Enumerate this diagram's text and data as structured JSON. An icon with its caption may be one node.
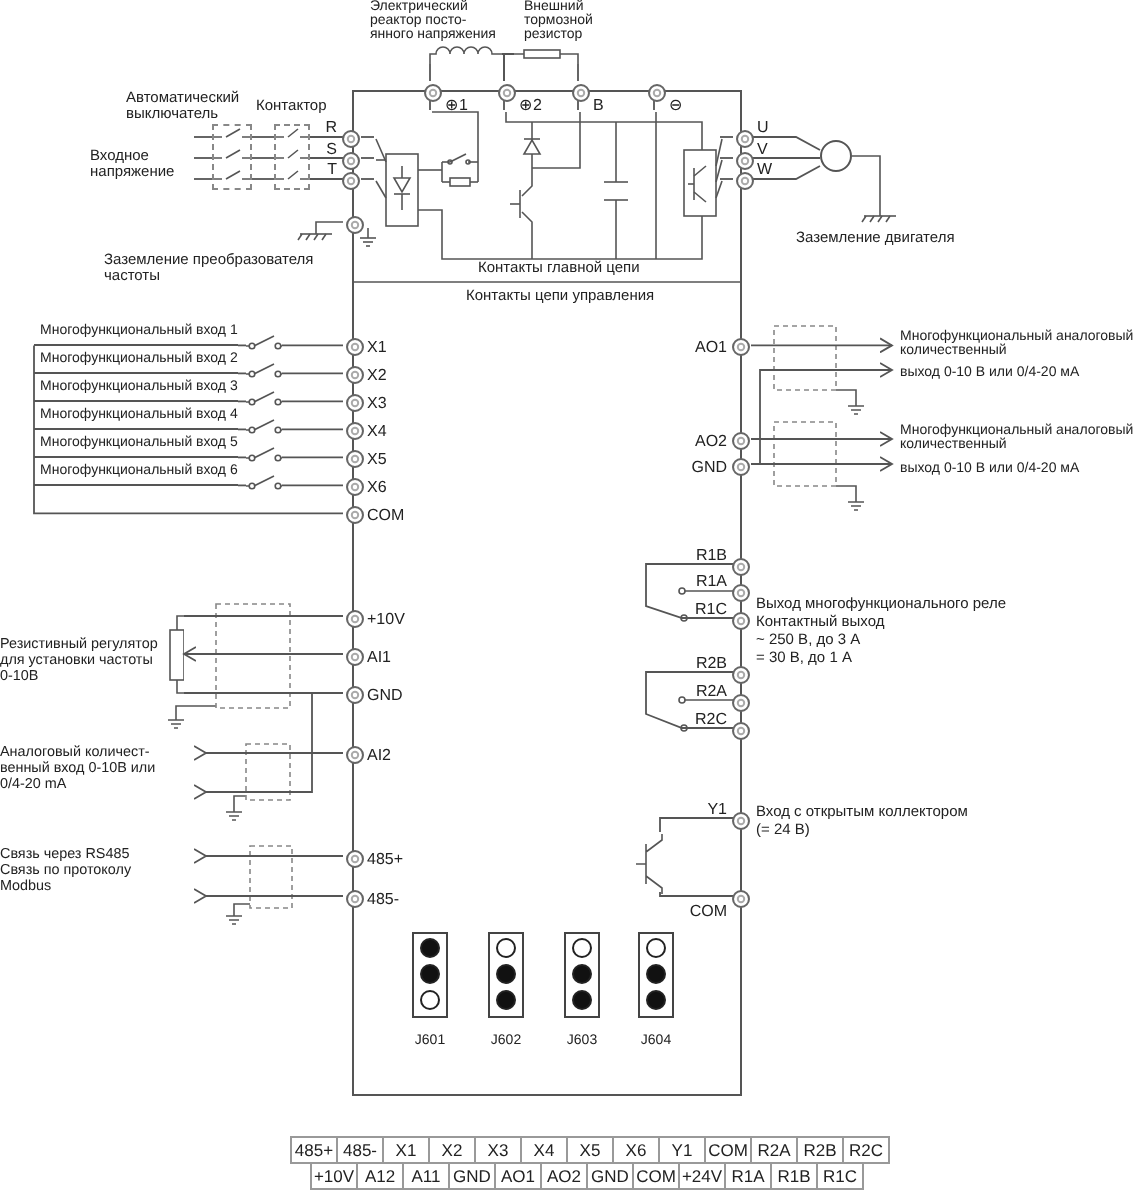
{
  "diagram": {
    "nodes": [
      {
        "text": [
          "Контакты главной цепи",
          "Контакты цепи управления"
        ]
      },
      {
        "text": [
          "R"
        ],
        "in": 0
      },
      {
        "text": [
          "S"
        ],
        "in": 0
      },
      {
        "text": [
          "T"
        ],
        "in": 0
      },
      {
        "text": [],
        "shape": "circle",
        "in": 0
      },
      {
        "text": [
          "⊕1"
        ],
        "in": 0
      },
      {
        "text": [
          "⊕2"
        ],
        "in": 0
      },
      {
        "text": [
          "B"
        ],
        "in": 0
      },
      {
        "text": [
          "⊖"
        ],
        "in": 0
      },
      {
        "text": [
          "U"
        ],
        "in": 0
      },
      {
        "text": [
          "V"
        ],
        "in": 0
      },
      {
        "text": [
          "W"
        ],
        "in": 0
      },
      {
        "text": [
          "X1"
        ],
        "in": 0
      },
      {
        "text": [
          "X2"
        ],
        "in": 0
      },
      {
        "text": [
          "X3"
        ],
        "in": 0
      },
      {
        "text": [
          "X4"
        ],
        "in": 0
      },
      {
        "text": [
          "X5"
        ],
        "in": 0
      },
      {
        "text": [
          "X6"
        ],
        "in": 0
      },
      {
        "text": [
          "COM"
        ],
        "in": 0
      },
      {
        "text": [
          "+10V"
        ],
        "in": 0
      },
      {
        "text": [
          "AI1"
        ],
        "in": 0
      },
      {
        "text": [
          "GND"
        ],
        "in": 0
      },
      {
        "text": [
          "AI2"
        ],
        "in": 0
      },
      {
        "text": [
          "485+"
        ],
        "in": 0
      },
      {
        "text": [
          "485-"
        ],
        "in": 0
      },
      {
        "text": [
          "AO1"
        ],
        "in": 0
      },
      {
        "text": [
          "AO2"
        ],
        "in": 0
      },
      {
        "text": [
          "GND"
        ],
        "in": 0
      },
      {
        "text": [
          "R1B"
        ],
        "in": 0
      },
      {
        "text": [
          "R1A"
        ],
        "in": 0
      },
      {
        "text": [
          "R1C"
        ],
        "in": 0
      },
      {
        "text": [
          "R2B"
        ],
        "in": 0
      },
      {
        "text": [
          "R2A"
        ],
        "in": 0
      },
      {
        "text": [
          "R2C"
        ],
        "in": 0
      },
      {
        "text": [
          "Y1"
        ],
        "in": 0
      },
      {
        "text": [
          "COM"
        ],
        "in": 0
      },
      {
        "text": [
          "J601"
        ],
        "in": 0
      },
      {
        "text": [
          "J602"
        ],
        "in": 0
      },
      {
        "text": [
          "J603"
        ],
        "in": 0
      },
      {
        "text": [
          "J604"
        ],
        "in": 0
      },
      {
        "text": [
          "Электрический реактор посто- янного напряжения"
        ]
      },
      {
        "text": [
          "Внешний тормозной резистор"
        ]
      },
      {
        "text": [],
        "shape": "box"
      },
      {
        "text": [],
        "shape": "box"
      },
      {
        "text": [],
        "shape": "circle"
      },
      {
        "text": [
          "Многофункциональный вход 1"
        ]
      },
      {
        "text": [
          "Многофункциональный вход 2"
        ]
      },
      {
        "text": [
          "Многофункциональный вход 3"
        ]
      },
      {
        "text": [
          "Многофункциональный вход 4"
        ]
      },
      {
        "text": [
          "Многофункциональный вход 5"
        ]
      },
      {
        "text": [
          "Многофункциональный вход 6"
        ]
      },
      {
        "text": [
          "Резистивный регулятор для установки частоты 0-10В"
        ]
      },
      {
        "text": [
          "Аналоговый количест- венный вход 0-10В или 0/4-20 mA"
        ]
      },
      {
        "text": [
          "Связь через RS485 Связь по протоколу Modbus"
        ]
      },
      {
        "text": [
          "Многофункциональный аналоговый количественный"
        ]
      },
      {
        "text": [
          "выход 0-10 В или 0/4-20 мА"
        ]
      },
      {
        "text": [
          "Многофункциональный аналоговый количественный"
        ]
      },
      {
        "text": [
          "выход 0-10 В или 0/4-20 мА"
        ]
      },
      {
        "text": [],
        "shape": "transistor",
        "in": 0
      },
      {
        "text": [],
        "shape": "switch"
      },
      {
        "text": [],
        "shape": "switch"
      },
      {
        "text": [],
        "shape": "switch"
      },
      {
        "text": [],
        "shape": "switch"
      },
      {
        "text": [],
        "shape": "switch"
      },
      {
        "text": [],
        "shape": "switch"
      },
      {
        "text": [],
        "shape": "picture",
        "in": 0
      }
    ],
    "edges": [
      {
        "from": null,
        "to": 42,
        "arrow": "none"
      },
      {
        "from": null,
        "to": 42,
        "arrow": "none"
      },
      {
        "from": null,
        "to": 42,
        "arrow": "none"
      },
      {
        "from": 42,
        "to": 43,
        "arrow": "none"
      },
      {
        "from": 42,
        "to": 43,
        "arrow": "none"
      },
      {
        "from": 42,
        "to": 43,
        "arrow": "none"
      },
      {
        "from": 43,
        "to": 1,
        "arrow": "none"
      },
      {
        "from": 43,
        "to": 2,
        "arrow": "none"
      },
      {
        "from": 43,
        "to": 3,
        "arrow": "none"
      },
      {
        "from": 5,
        "to": 40,
        "arrow": "none"
      },
      {
        "from": 40,
        "to": 6,
        "arrow": "none"
      },
      {
        "from": 6,
        "to": 41,
        "arrow": "none"
      },
      {
        "from": 41,
        "to": 7,
        "arrow": "none"
      },
      {
        "from": 9,
        "to": 44,
        "arrow": "none"
      },
      {
        "from": 10,
        "to": 44,
        "arrow": "none"
      },
      {
        "from": 11,
        "to": 44,
        "arrow": "none"
      },
      {
        "from": 45,
        "to": 59,
        "arrow": "none"
      },
      {
        "from": 46,
        "to": 60,
        "arrow": "none"
      },
      {
        "from": 47,
        "to": 61,
        "arrow": "none"
      },
      {
        "from": 48,
        "to": 62,
        "arrow": "none"
      },
      {
        "from": 49,
        "to": 63,
        "arrow": "none"
      },
      {
        "from": 50,
        "to": 64,
        "arrow": "none"
      },
      {
        "from": 45,
        "to": 18,
        "arrow": "none"
      },
      {
        "from": 19,
        "to": 51,
        "arrow": "none"
      },
      {
        "from": 20,
        "to": 51,
        "arrow": "to"
      },
      {
        "from": 21,
        "to": 51,
        "arrow": "none"
      },
      {
        "from": 22,
        "to": 52,
        "arrow": "to"
      },
      {
        "from": 21,
        "to": 52,
        "arrow": "to"
      },
      {
        "from": 23,
        "to": 53,
        "arrow": "to"
      },
      {
        "from": 24,
        "to": 53,
        "arrow": "to"
      },
      {
        "from": 25,
        "to": 54,
        "arrow": "to"
      },
      {
        "from": 27,
        "to": 55,
        "arrow": "to"
      },
      {
        "from": 26,
        "to": 56,
        "arrow": "to"
      },
      {
        "from": 27,
        "to": 57,
        "arrow": "to"
      },
      {
        "from": 28,
        "to": 30,
        "arrow": "none"
      },
      {
        "from": 31,
        "to": 33,
        "arrow": "none"
      },
      {
        "from": 34,
        "to": 58,
        "arrow": "none"
      },
      {
        "from": 58,
        "to": 35,
        "arrow": "none"
      },
      {
        "from": 59,
        "to": 12,
        "arrow": "none"
      },
      {
        "from": 60,
        "to": 13,
        "arrow": "none"
      },
      {
        "from": 61,
        "to": 14,
        "arrow": "none"
      },
      {
        "from": 62,
        "to": 15,
        "arrow": "none"
      },
      {
        "from": 63,
        "to": 16,
        "arrow": "none"
      },
      {
        "from": 64,
        "to": 17,
        "arrow": "none"
      },
      {
        "from": 1,
        "to": 65,
        "arrow": "none"
      },
      {
        "from": 2,
        "to": 65,
        "arrow": "none"
      },
      {
        "from": 3,
        "to": 65,
        "arrow": "none"
      },
      {
        "from": 5,
        "to": 65,
        "arrow": "none"
      },
      {
        "from": 6,
        "to": 65,
        "arrow": "none"
      },
      {
        "from": 7,
        "to": 65,
        "arrow": "none"
      },
      {
        "from": 8,
        "to": 65,
        "arrow": "none"
      },
      {
        "from": 65,
        "to": 9,
        "arrow": "none"
      },
      {
        "from": 65,
        "to": 10,
        "arrow": "none"
      },
      {
        "from": 65,
        "to": 11,
        "arrow": "none"
      }
    ],
    "labels": [
      "Автоматический выключатель",
      "Контактор",
      "Входное напряжение",
      "Заземление преобразователя частоты",
      "Заземление двигателя",
      "Выход многофункционального реле",
      "Контактный выход",
      "~ 250 В, до 3 А",
      "= 30 В, до 1 А",
      "Вход с открытым коллектором",
      "(= 24 В)",
      "485+",
      "485-",
      "X1",
      "X2",
      "X3",
      "X4",
      "X5",
      "X6",
      "Y1",
      "COM",
      "R2A",
      "R2B",
      "R2C",
      "+10V",
      "A12",
      "A11",
      "GND",
      "AO1",
      "AO2",
      "GND",
      "COM",
      "+24V",
      "R1A",
      "R1B",
      "R1C"
    ]
  }
}
